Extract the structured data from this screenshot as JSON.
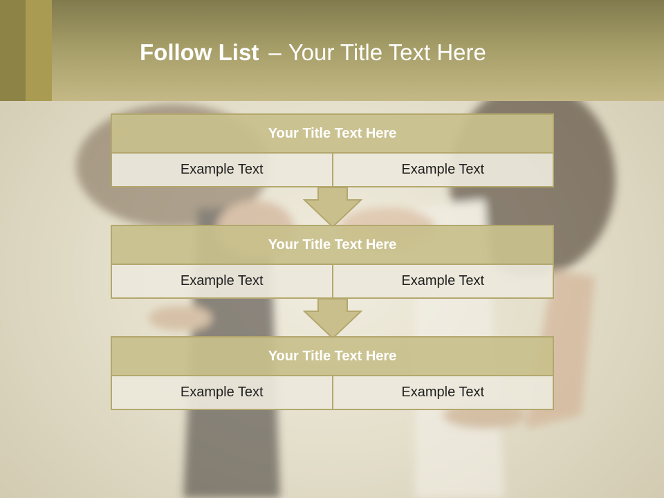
{
  "slide": {
    "title_bold": "Follow List",
    "title_sep": "–",
    "title_rest": "Your Title Text Here"
  },
  "blocks": [
    {
      "title": "Your Title Text Here",
      "left": "Example Text",
      "right": "Example Text"
    },
    {
      "title": "Your Title Text Here",
      "left": "Example Text",
      "right": "Example Text"
    },
    {
      "title": "Your Title Text Here",
      "left": "Example Text",
      "right": "Example Text"
    }
  ],
  "colors": {
    "header": "#a49c66",
    "accent": "#b3a76d",
    "block_head": "#c8bf8c",
    "block_cell": "#ece8dc"
  }
}
